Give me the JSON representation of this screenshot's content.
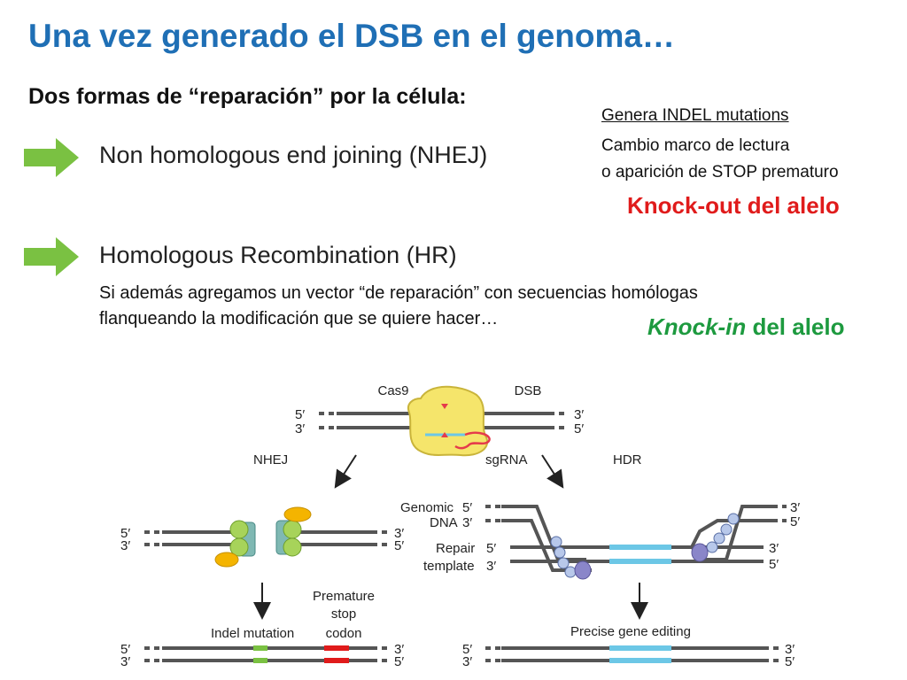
{
  "slide": {
    "title": "Una vez generado el DSB en el genoma…",
    "subtitle": "Dos formas de “reparación” por la célula:",
    "items": [
      {
        "label": "Non homologous end joining (NHEJ)"
      },
      {
        "label": "Homologous Recombination (HR)"
      }
    ],
    "hr_description": [
      "Si además agregamos un vector “de reparación” con secuencias homólogas",
      "flanqueando la modificación que se quiere hacer…"
    ],
    "nhej_notes": {
      "heading": "Genera INDEL mutations",
      "line1": "Cambio marco de lectura",
      "line2": "o aparición de STOP prematuro",
      "result": "Knock-out del alelo"
    },
    "hr_result": {
      "italic": "Knock-in",
      "rest": " del alelo"
    },
    "colors": {
      "title": "#1f6fb5",
      "arrow": "#7ac142",
      "knockout": "#e01b1b",
      "knockin": "#1d9a3f"
    }
  },
  "diagram": {
    "cas9": "Cas9",
    "dsb": "DSB",
    "sgrna": "sgRNA",
    "nhej": "NHEJ",
    "hdr": "HDR",
    "five_prime": "5′",
    "three_prime": "3′",
    "genomic": "Genomic",
    "dna": "DNA",
    "repair": "Repair",
    "template": "template",
    "premature": "Premature",
    "stop": "stop",
    "codon": "codon",
    "indel_mutation": "Indel mutation",
    "precise_editing": "Precise gene editing"
  }
}
